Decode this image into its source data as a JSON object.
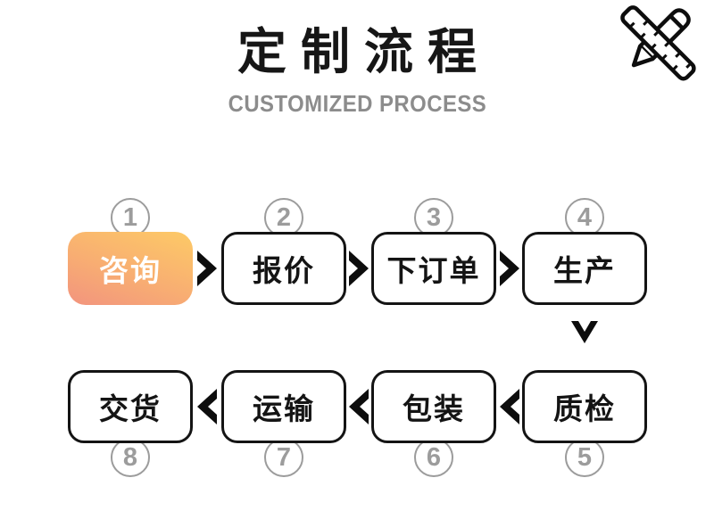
{
  "header": {
    "title": "定制流程",
    "subtitle": "CUSTOMIZED PROCESS"
  },
  "decoration": {
    "icon": "pencil-ruler-icon"
  },
  "flow": {
    "steps": [
      {
        "number": "1",
        "label": "咨询",
        "highlighted": true,
        "row": 1
      },
      {
        "number": "2",
        "label": "报价",
        "highlighted": false,
        "row": 1
      },
      {
        "number": "3",
        "label": "下订单",
        "highlighted": false,
        "row": 1
      },
      {
        "number": "4",
        "label": "生产",
        "highlighted": false,
        "row": 1
      },
      {
        "number": "5",
        "label": "质检",
        "highlighted": false,
        "row": 2
      },
      {
        "number": "6",
        "label": "包装",
        "highlighted": false,
        "row": 2
      },
      {
        "number": "7",
        "label": "运输",
        "highlighted": false,
        "row": 2
      },
      {
        "number": "8",
        "label": "交货",
        "highlighted": false,
        "row": 2
      }
    ],
    "arrows": {
      "row1_direction": "right",
      "connector_direction": "down",
      "row2_direction": "left"
    }
  },
  "colors": {
    "background": "#ffffff",
    "title_text": "#161616",
    "subtitle_text": "#8c8c8c",
    "box_border": "#141414",
    "box_text": "#141414",
    "number_circle": "#9c9c9c",
    "highlight_gradient_start": "#fdca66",
    "highlight_gradient_end": "#f2947e",
    "highlight_text": "#ffffff",
    "arrow": "#0d0d0d"
  }
}
